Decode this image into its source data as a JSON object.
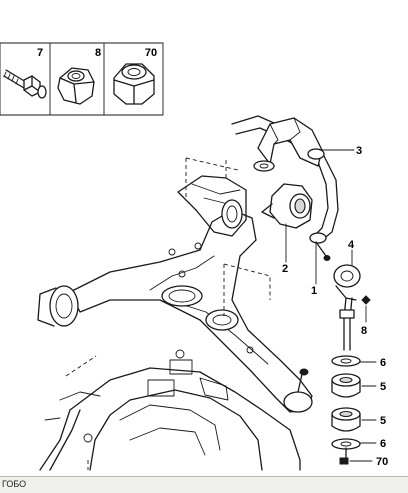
{
  "legend": {
    "items": [
      {
        "number": "7"
      },
      {
        "number": "8"
      },
      {
        "number": "70"
      }
    ]
  },
  "callouts": [
    "3",
    "2",
    "1",
    "4",
    "8",
    "6",
    "5",
    "5",
    "6",
    "70"
  ],
  "status_bar": {
    "text": "ГОБО"
  }
}
